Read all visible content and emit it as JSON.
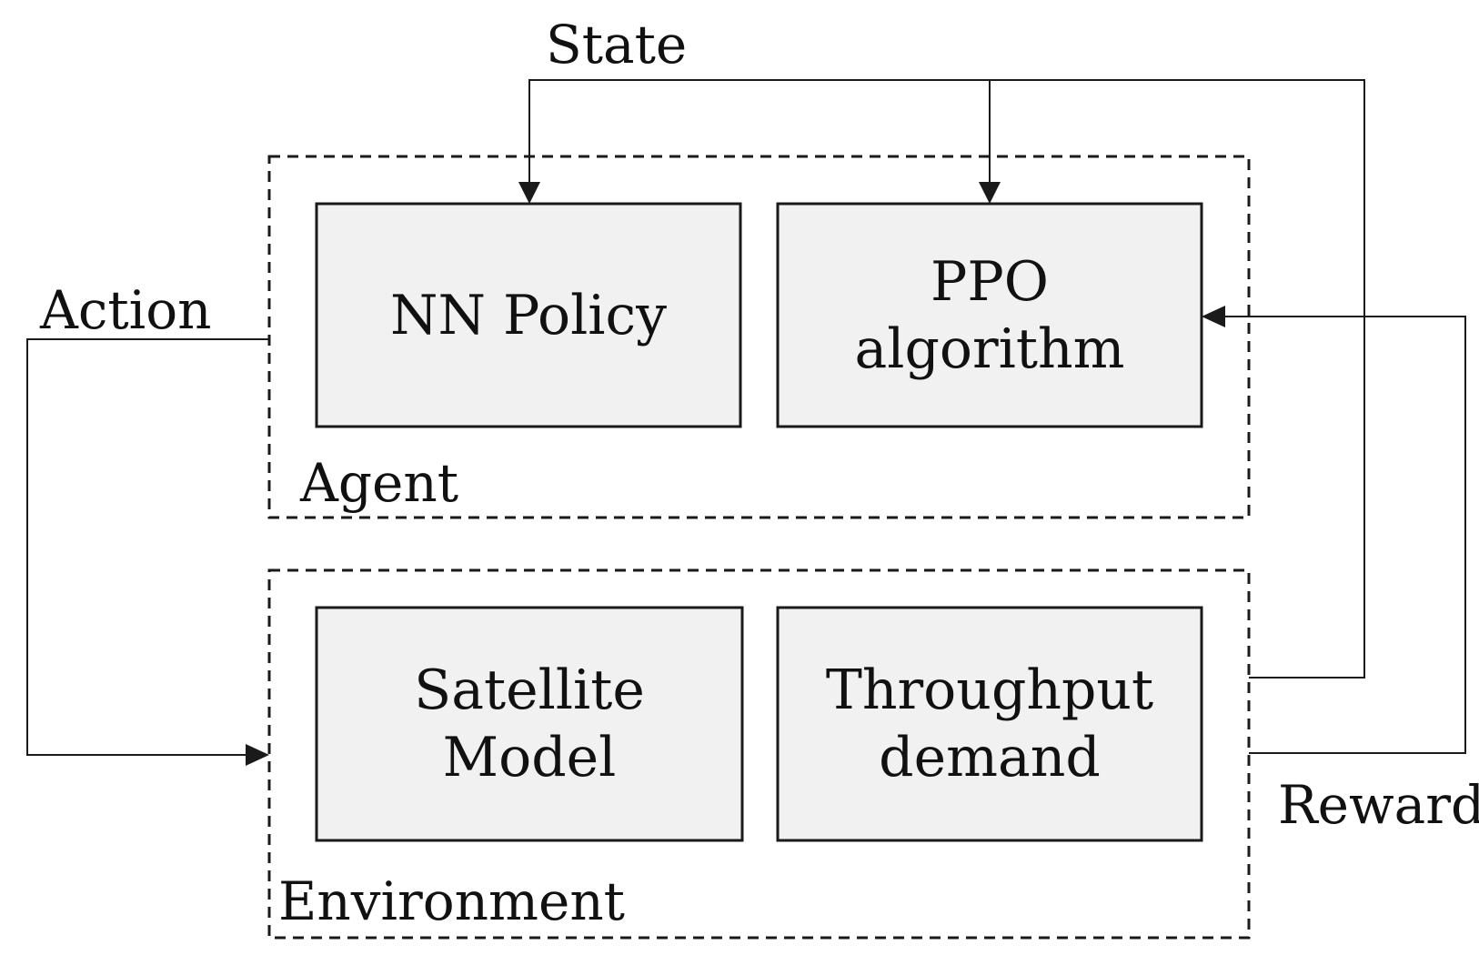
{
  "groups": {
    "agent": {
      "label": "Agent"
    },
    "environment": {
      "label": "Environment"
    }
  },
  "boxes": {
    "nn_policy": {
      "lines": [
        "NN Policy"
      ]
    },
    "ppo": {
      "lines": [
        "PPO",
        "algorithm"
      ]
    },
    "satellite": {
      "lines": [
        "Satellite",
        "Model"
      ]
    },
    "throughput": {
      "lines": [
        "Throughput",
        "demand"
      ]
    }
  },
  "edges": {
    "state": {
      "label": "State"
    },
    "action": {
      "label": "Action"
    },
    "reward": {
      "label": "Reward"
    }
  },
  "colors": {
    "box_fill": "#f1f1f1",
    "stroke": "#1a1a1a"
  }
}
